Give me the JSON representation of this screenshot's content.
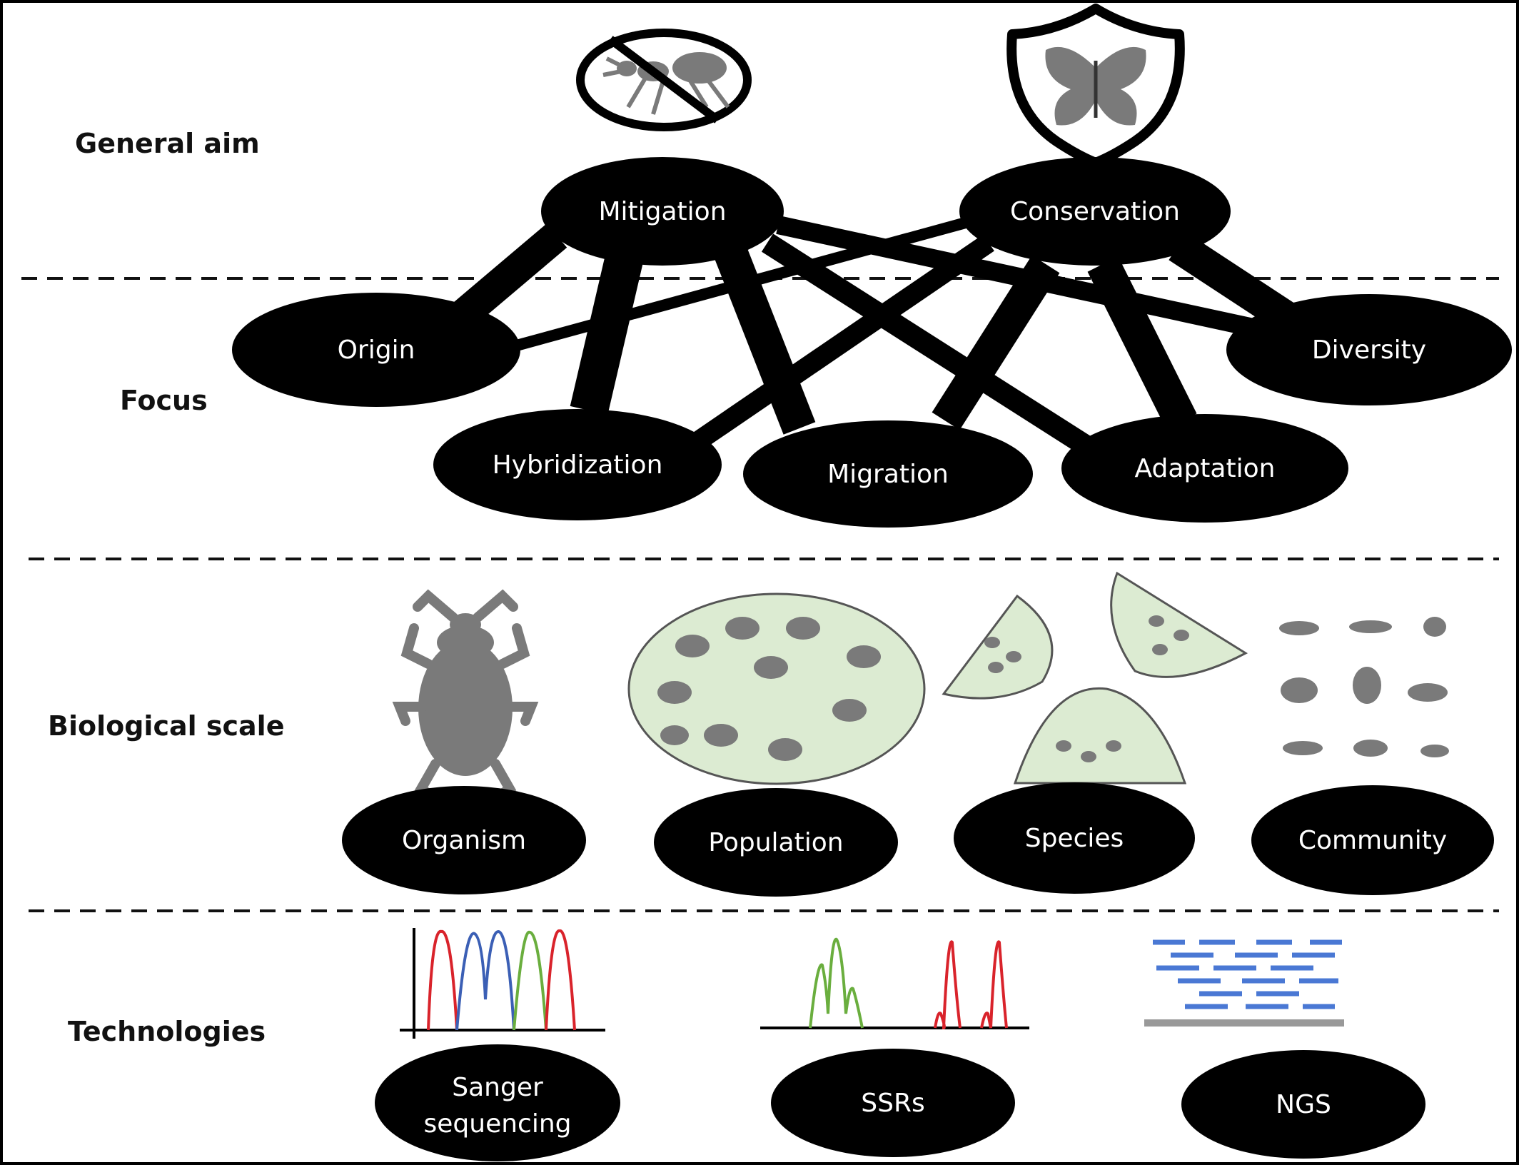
{
  "rows": {
    "aim": "General aim",
    "focus": "Focus",
    "scale": "Biological scale",
    "tech": "Technologies"
  },
  "nodes": {
    "mitigation": "Mitigation",
    "conservation": "Conservation",
    "origin": "Origin",
    "hybridization": "Hybridization",
    "migration": "Migration",
    "adaptation": "Adaptation",
    "diversity": "Diversity",
    "organism": "Organism",
    "population": "Population",
    "species": "Species",
    "community": "Community",
    "sanger_line1": "Sanger",
    "sanger_line2": "sequencing",
    "ssrs": "SSRs",
    "ngs": "NGS"
  },
  "links": [
    {
      "from": "mitigation",
      "to": "origin",
      "weight": "strong"
    },
    {
      "from": "mitigation",
      "to": "hybridization",
      "weight": "strong"
    },
    {
      "from": "mitigation",
      "to": "migration",
      "weight": "strong"
    },
    {
      "from": "mitigation",
      "to": "adaptation",
      "weight": "medium"
    },
    {
      "from": "mitigation",
      "to": "diversity",
      "weight": "medium"
    },
    {
      "from": "conservation",
      "to": "origin",
      "weight": "thin"
    },
    {
      "from": "conservation",
      "to": "hybridization",
      "weight": "medium"
    },
    {
      "from": "conservation",
      "to": "migration",
      "weight": "strong"
    },
    {
      "from": "conservation",
      "to": "adaptation",
      "weight": "strong"
    },
    {
      "from": "conservation",
      "to": "diversity",
      "weight": "strong"
    }
  ],
  "icons": {
    "aim_mitigation": "no-insect-icon",
    "aim_conservation": "shield-butterfly-icon",
    "organism": "beetle-icon",
    "population": "beetle-population-icon",
    "species": "species-patches-icon",
    "community": "insect-community-icon",
    "sanger": "chromatogram-icon",
    "ssrs": "ssr-peaks-icon",
    "ngs": "ngs-reads-icon"
  },
  "colors": {
    "node": "#000000",
    "silhouette": "#7a7a7a",
    "patch": "#dcebd2",
    "trace_red": "#d9232b",
    "trace_blue": "#3b5fb5",
    "trace_green": "#6aae3e",
    "read_blue": "#4a78d4",
    "read_end": "#e0202a"
  }
}
